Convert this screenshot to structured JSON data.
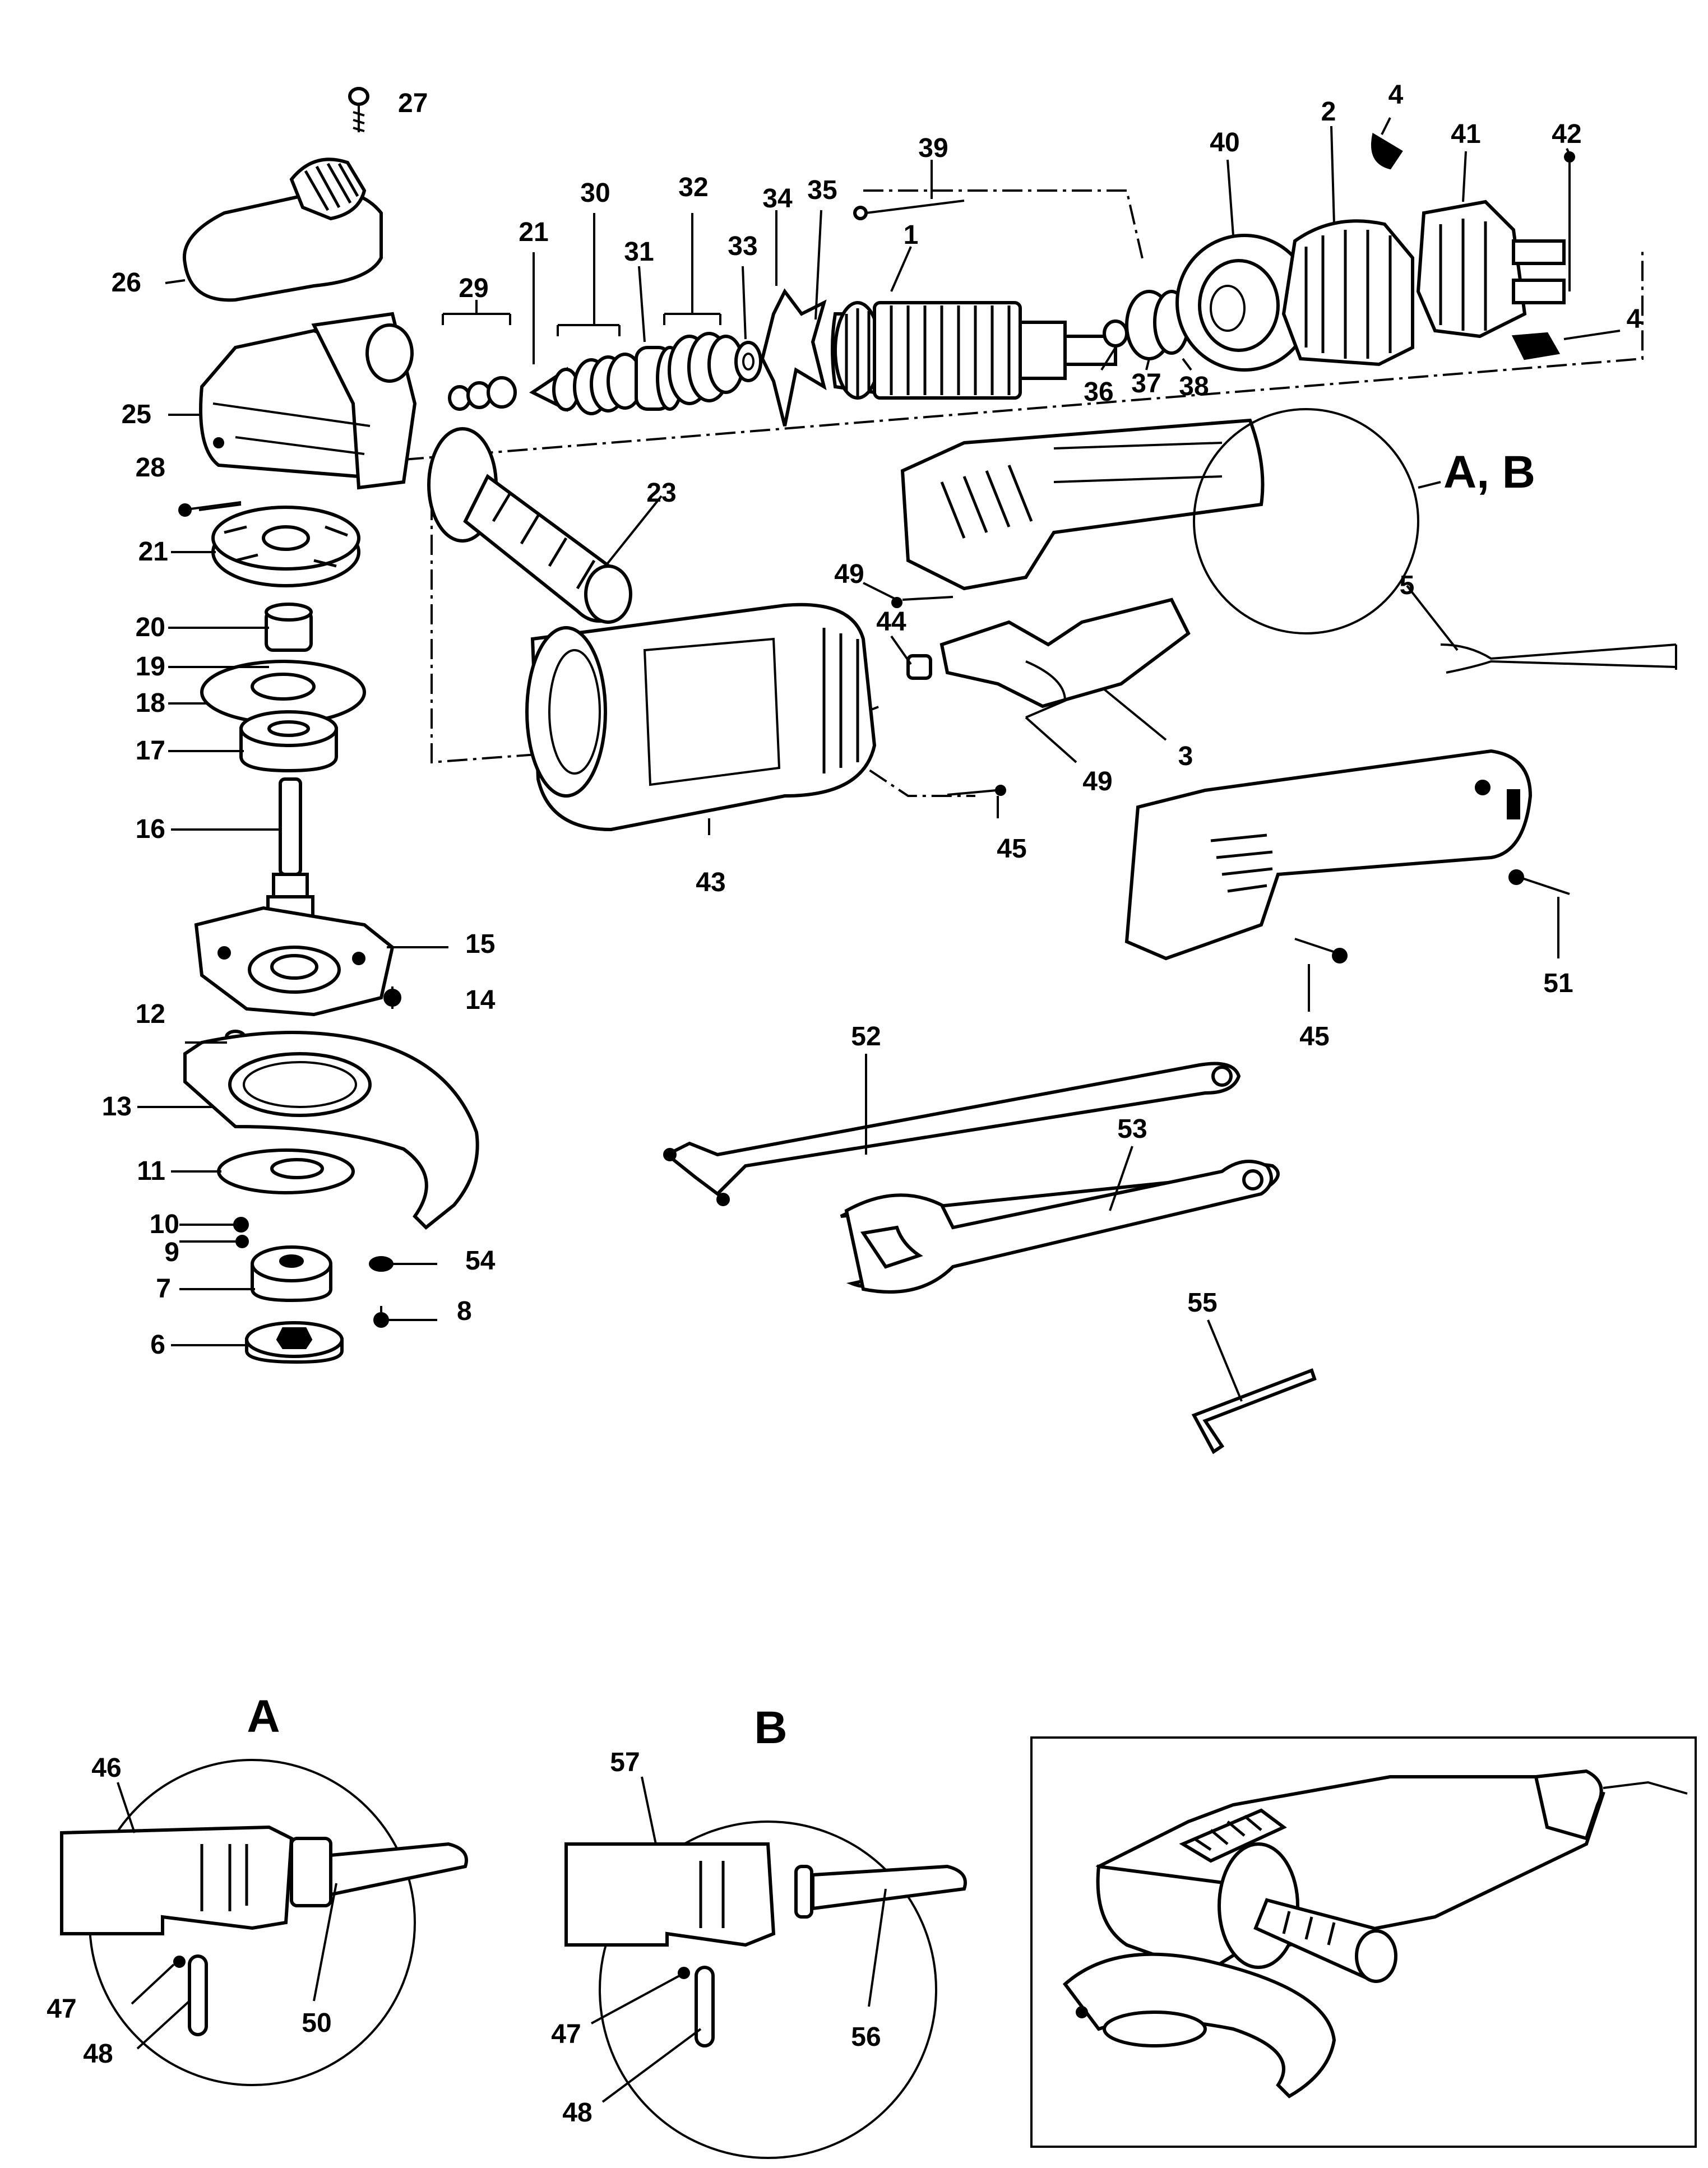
{
  "diagram": {
    "type": "exploded-parts-diagram",
    "part_labels": {
      "p1": "1",
      "p2": "2",
      "p3": "3",
      "p4a": "4",
      "p4b": "4",
      "p5": "5",
      "p6": "6",
      "p7": "7",
      "p8": "8",
      "p9": "9",
      "p10": "10",
      "p11": "11",
      "p12": "12",
      "p13": "13",
      "p14": "14",
      "p15": "15",
      "p16": "16",
      "p17": "17",
      "p18": "18",
      "p19": "19",
      "p20": "20",
      "p21a": "21",
      "p21b": "21",
      "p23": "23",
      "p25": "25",
      "p26": "26",
      "p27": "27",
      "p28": "28",
      "p29": "29",
      "p30": "30",
      "p31": "31",
      "p32": "32",
      "p33": "33",
      "p34": "34",
      "p35": "35",
      "p36": "36",
      "p37": "37",
      "p38": "38",
      "p39": "39",
      "p40": "40",
      "p41": "41",
      "p42": "42",
      "p43": "43",
      "p44": "44",
      "p45a": "45",
      "p45b": "45",
      "p49a": "49",
      "p49b": "49",
      "p51": "51",
      "p52": "52",
      "p53": "53",
      "p54": "54",
      "p55": "55"
    },
    "callout": "A, B",
    "detail_a": {
      "title": "A",
      "labels": {
        "a46": "46",
        "a47": "47",
        "a48": "48",
        "a50": "50"
      }
    },
    "detail_b": {
      "title": "B",
      "labels": {
        "b57": "57",
        "b47": "47",
        "b48": "48",
        "b56": "56"
      }
    }
  }
}
